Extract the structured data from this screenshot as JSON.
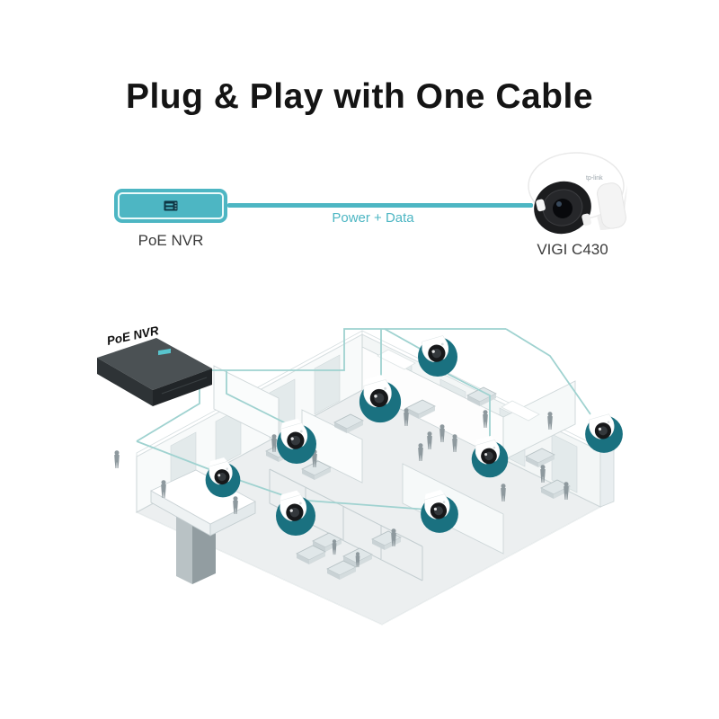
{
  "title": "Plug & Play with One Cable",
  "top_diagram": {
    "nvr_label": "PoE NVR",
    "cable_label": "Power + Data",
    "camera_label": "VIGI C430",
    "camera_logo": "tp-link"
  },
  "floorplan": {
    "nvr_label": "PoE NVR",
    "camera_count": 8
  },
  "colors": {
    "accent_teal": "#4db6c3",
    "badge_teal": "#1a7180",
    "cable_light_teal": "#9fd2d0",
    "title_text": "#141414",
    "label_text": "#3b3b3b"
  }
}
